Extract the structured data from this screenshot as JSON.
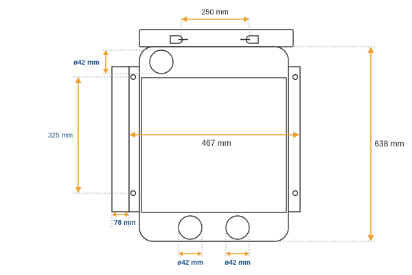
{
  "diagram": {
    "dimensions": {
      "top_width": "250 mm",
      "total_height": "638 mm",
      "inner_width": "467 mm",
      "side_height": "325 mm",
      "top_hole_diameter": "ø42 mm",
      "side_depth": "78 mm",
      "bottom_hole_left": "ø42 mm",
      "bottom_hole_right": "ø42 mm"
    },
    "colors": {
      "dimension_line": "#f0a02c",
      "outline": "#333333",
      "dark_label": "#222222",
      "blue_label": "#1e4f86"
    }
  }
}
